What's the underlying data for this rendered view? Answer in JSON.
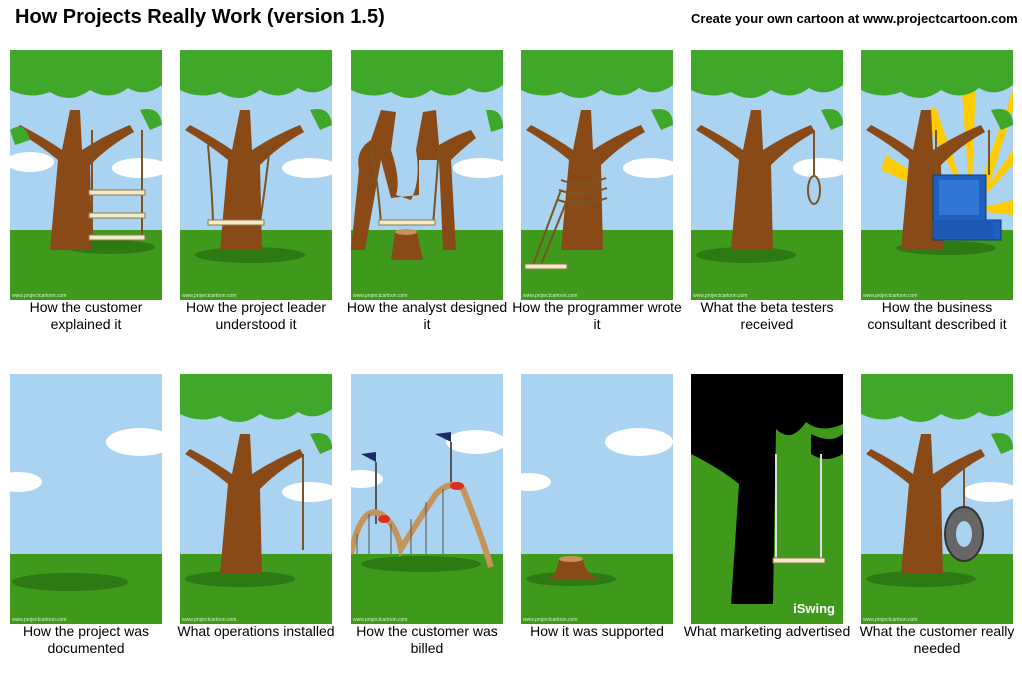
{
  "header": {
    "title": "How Projects Really Work (version 1.5)",
    "credit": "Create your own cartoon at www.projectcartoon.com"
  },
  "watermark": "www.projectcartoon.com",
  "panels": [
    {
      "caption": "How the customer explained it",
      "image": "three-seat-tree-swing"
    },
    {
      "caption": "How the project leader understood it",
      "image": "swing-hung-from-trunk"
    },
    {
      "caption": "How the analyst designed it",
      "image": "split-trunk-swing-on-stump"
    },
    {
      "caption": "How the programmer wrote it",
      "image": "rope-wrapped-around-trunk"
    },
    {
      "caption": "What the beta testers received",
      "image": "noose-on-branch"
    },
    {
      "caption": "How the business consultant described it",
      "image": "armchair-swing-with-sunburst"
    },
    {
      "caption": "How the project was documented",
      "image": "empty-meadow"
    },
    {
      "caption": "What operations installed",
      "image": "single-rope-no-seat"
    },
    {
      "caption": "How the customer was billed",
      "image": "roller-coaster"
    },
    {
      "caption": "How it was supported",
      "image": "tree-stump"
    },
    {
      "caption": "What marketing advertised",
      "image": "silhouette-swing",
      "brand": "iSwing"
    },
    {
      "caption": "What the customer really needed",
      "image": "tire-swing"
    }
  ],
  "colors": {
    "sky": "#a9d3f0",
    "grass": "#3f9a1c",
    "foliage": "#3fa82a",
    "trunk": "#8a4a18",
    "rope": "#7a5424",
    "seat": "#f3eacb"
  }
}
